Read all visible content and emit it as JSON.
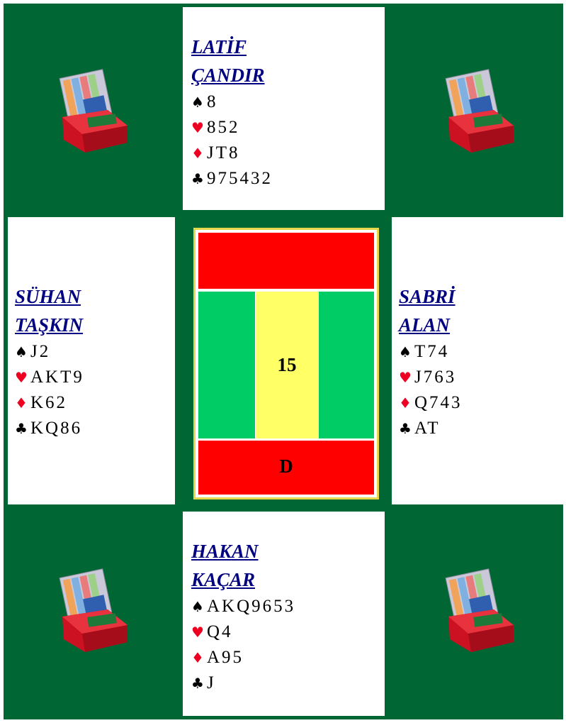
{
  "colors": {
    "felt": "#006633",
    "board_red": "#ff0000",
    "board_green": "#00cc66",
    "board_yellow": "#ffff66",
    "player_name": "#000080",
    "red_suit": "#ee0022"
  },
  "icons": {
    "spade": "♠",
    "heart": "♥",
    "diamond": "♦",
    "club": "♣",
    "bidding_box": "bidding-box-icon"
  },
  "north": {
    "name": "LATİF ÇANDIR",
    "spades": "8",
    "hearts": "852",
    "diamonds": "JT8",
    "clubs": "975432"
  },
  "west": {
    "name": "SÜHAN TAŞKIN",
    "spades": "J2",
    "hearts": "AKT9",
    "diamonds": "K62",
    "clubs": "KQ86"
  },
  "east": {
    "name": "SABRİ ALAN",
    "spades": "T74",
    "hearts": "J763",
    "diamonds": "Q743",
    "clubs": "AT"
  },
  "south": {
    "name": "HAKAN KAÇAR",
    "spades": "AKQ9653",
    "hearts": "Q4",
    "diamonds": "A95",
    "clubs": "J"
  },
  "board": {
    "number": "15",
    "dealer": "D"
  }
}
